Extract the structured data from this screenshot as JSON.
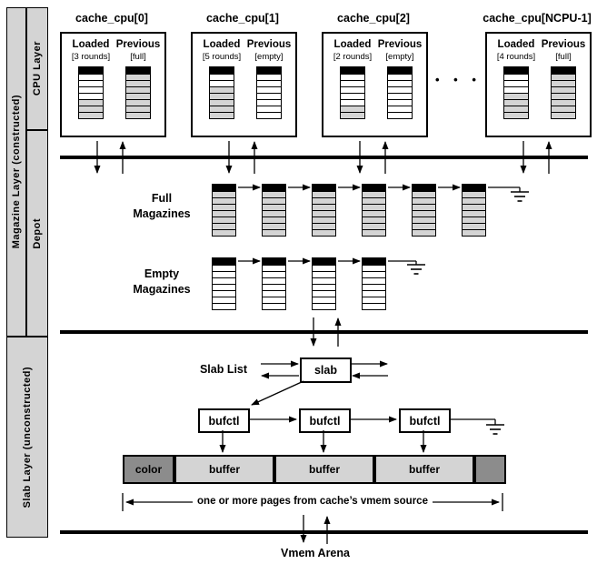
{
  "sidebar": {
    "magazine_layer_label": "Magazine Layer (constructed)",
    "cpu_layer_label": "CPU Layer",
    "depot_label": "Depot",
    "slab_layer_label": "Slab Layer (unconstructed)"
  },
  "magazine_capacity": 7,
  "cpu_caches": [
    {
      "title": "cache_cpu[0]",
      "loaded_label": "Loaded",
      "previous_label": "Previous",
      "loaded_state": "[3 rounds]",
      "previous_state": "[full]",
      "loaded_rounds": 3,
      "previous_rounds": 7
    },
    {
      "title": "cache_cpu[1]",
      "loaded_label": "Loaded",
      "previous_label": "Previous",
      "loaded_state": "[5 rounds]",
      "previous_state": "[empty]",
      "loaded_rounds": 5,
      "previous_rounds": 0
    },
    {
      "title": "cache_cpu[2]",
      "loaded_label": "Loaded",
      "previous_label": "Previous",
      "loaded_state": "[2 rounds]",
      "previous_state": "[empty]",
      "loaded_rounds": 2,
      "previous_rounds": 0
    },
    {
      "title": "cache_cpu[NCPU-1]",
      "loaded_label": "Loaded",
      "previous_label": "Previous",
      "loaded_state": "[4 rounds]",
      "previous_state": "[full]",
      "loaded_rounds": 4,
      "previous_rounds": 7
    }
  ],
  "ellipsis": "• • •",
  "depot": {
    "full_label_line1": "Full",
    "full_label_line2": "Magazines",
    "empty_label_line1": "Empty",
    "empty_label_line2": "Magazines",
    "full_magazine_count": 6,
    "empty_magazine_count": 4,
    "full_magazine_rounds": 7,
    "empty_magazine_rounds": 0
  },
  "slab_layer": {
    "slab_list_label": "Slab List",
    "slab_box_label": "slab",
    "bufctl_labels": [
      "bufctl",
      "bufctl",
      "bufctl"
    ],
    "strip": {
      "color_label": "color",
      "buffer_labels": [
        "buffer",
        "buffer",
        "buffer"
      ]
    },
    "pages_note": "one or more pages from cache’s vmem source"
  },
  "vmem_arena_label": "Vmem Arena",
  "colors": {
    "round_fill": "#d4d4d4",
    "sidebar_fill": "#d4d4d4",
    "strip_buffer_fill": "#d4d4d4",
    "strip_color_fill": "#8c8c8c",
    "line_color": "#000000"
  }
}
